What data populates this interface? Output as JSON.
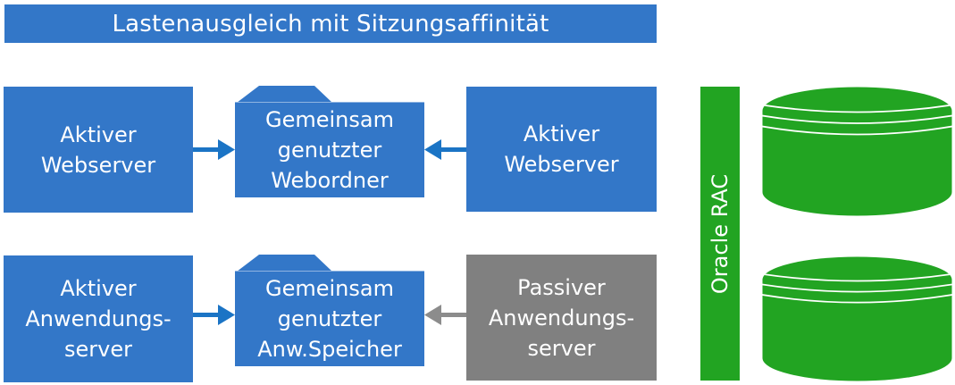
{
  "banner": {
    "label": "Lastenausgleich mit Sitzungsaffinität"
  },
  "row1": {
    "server_left": "Aktiver\nWebserver",
    "folder": "Gemeinsam\ngenutzter\nWebordner",
    "server_right": "Aktiver\nWebserver"
  },
  "row2": {
    "server_left": "Aktiver\nAnwendungs-\nserver",
    "folder": "Gemeinsam\ngenutzter\nAnw.Speicher",
    "server_right": "Passiver\nAnwendungs-\nserver"
  },
  "database": {
    "bar_label": "Oracle RAC",
    "cylinder_count": 2
  },
  "icons": {
    "folder": "folder-icon",
    "database": "database-cylinder-icon",
    "arrow_right": "arrow-right-icon",
    "arrow_left": "arrow-left-icon"
  },
  "colors": {
    "accent-blue": "#3377C8",
    "arrow-blue": "#1B74C5",
    "passive-gray": "#808080",
    "arrow-gray": "#8C8C8C",
    "db-green": "#22A422",
    "label-white": "#FFFFFF"
  }
}
